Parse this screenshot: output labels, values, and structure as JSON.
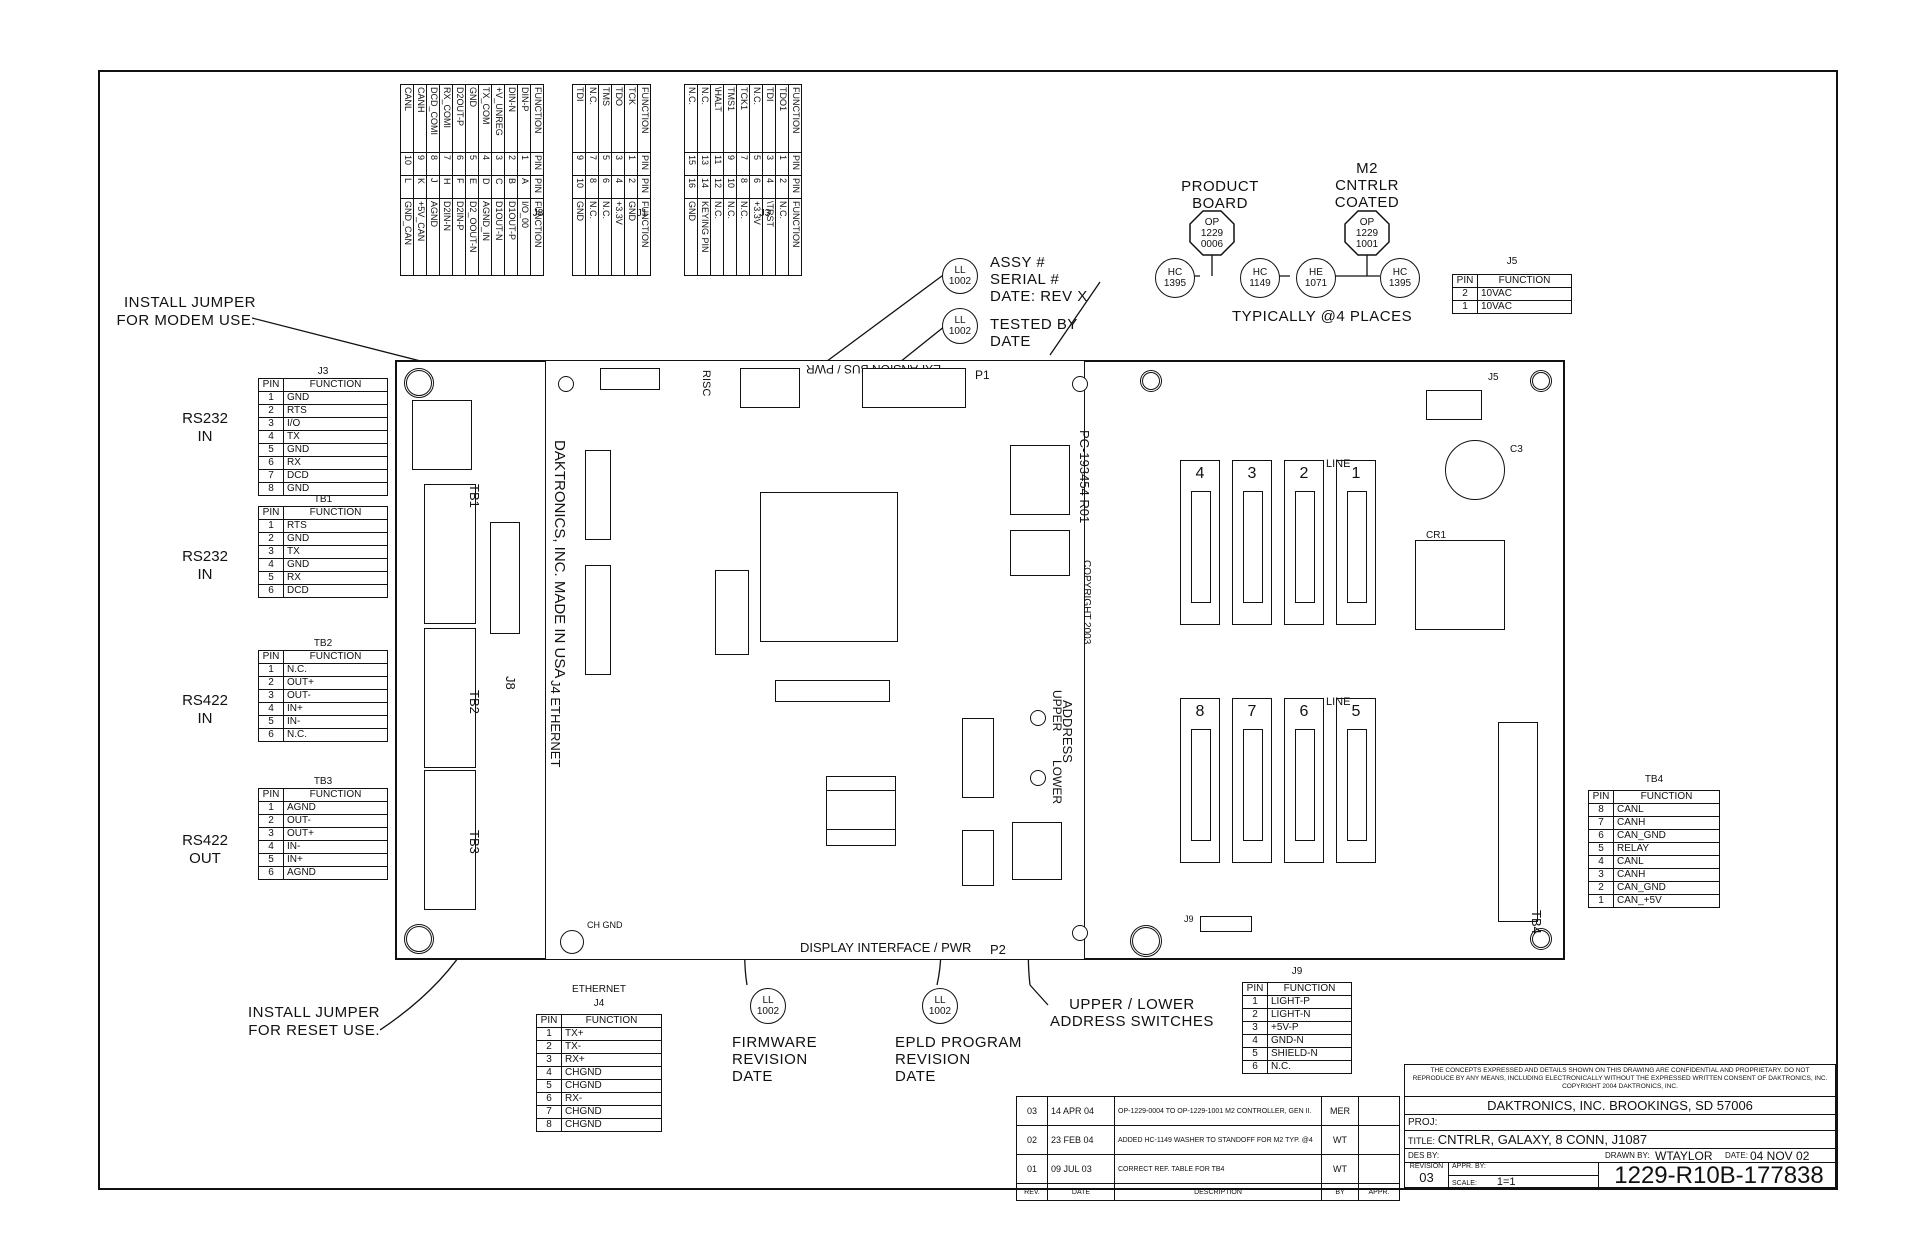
{
  "notes": {
    "modem_jumper": [
      "INSTALL JUMPER",
      "FOR MODEM USE."
    ],
    "reset_jumper": [
      "INSTALL JUMPER",
      "FOR RESET USE."
    ],
    "assy_serial": [
      "ASSY #",
      "SERIAL #",
      "DATE: REV X"
    ],
    "tested_by": [
      "TESTED BY",
      "DATE"
    ],
    "product_board": [
      "PRODUCT",
      "BOARD"
    ],
    "m2_cntrlr": [
      "M2",
      "CNTRLR",
      "COATED"
    ],
    "typically": "TYPICALLY @4 PLACES",
    "firmware": [
      "FIRMWARE",
      "REVISION",
      "DATE"
    ],
    "epld": [
      "EPLD PROGRAM",
      "REVISION",
      "DATE"
    ],
    "address_switches": [
      "UPPER / LOWER",
      "ADDRESS SWITCHES"
    ]
  },
  "side_labels": {
    "rs232_in_1": [
      "RS232",
      "IN"
    ],
    "rs232_in_2": [
      "RS232",
      "IN"
    ],
    "rs422_in": [
      "RS422",
      "IN"
    ],
    "rs422_out": [
      "RS422",
      "OUT"
    ]
  },
  "callouts": {
    "ll": "LL",
    "ll_num": "1002",
    "op1": [
      "OP",
      "1229",
      "0006"
    ],
    "op2": [
      "OP",
      "1229",
      "1001"
    ],
    "hc1395a": [
      "HC",
      "1395"
    ],
    "hc1149": [
      "HC",
      "1149"
    ],
    "he1071": [
      "HE",
      "1071"
    ],
    "hc1395b": [
      "HC",
      "1395"
    ]
  },
  "tables": {
    "j3": {
      "caption": "J3",
      "head": [
        "PIN",
        "FUNCTION"
      ],
      "rows": [
        [
          "1",
          "GND"
        ],
        [
          "2",
          "RTS"
        ],
        [
          "3",
          "I/O"
        ],
        [
          "4",
          "TX"
        ],
        [
          "5",
          "GND"
        ],
        [
          "6",
          "RX"
        ],
        [
          "7",
          "DCD"
        ],
        [
          "8",
          "GND"
        ]
      ]
    },
    "tb1": {
      "caption": "TB1",
      "head": [
        "PIN",
        "FUNCTION"
      ],
      "rows": [
        [
          "1",
          "RTS"
        ],
        [
          "2",
          "GND"
        ],
        [
          "3",
          "TX"
        ],
        [
          "4",
          "GND"
        ],
        [
          "5",
          "RX"
        ],
        [
          "6",
          "DCD"
        ]
      ]
    },
    "tb2": {
      "caption": "TB2",
      "head": [
        "PIN",
        "FUNCTION"
      ],
      "rows": [
        [
          "1",
          "N.C."
        ],
        [
          "2",
          "OUT+"
        ],
        [
          "3",
          "OUT-"
        ],
        [
          "4",
          "IN+"
        ],
        [
          "5",
          "IN-"
        ],
        [
          "6",
          "N.C."
        ]
      ]
    },
    "tb3": {
      "caption": "TB3",
      "head": [
        "PIN",
        "FUNCTION"
      ],
      "rows": [
        [
          "1",
          "AGND"
        ],
        [
          "2",
          "OUT-"
        ],
        [
          "3",
          "OUT+"
        ],
        [
          "4",
          "IN-"
        ],
        [
          "5",
          "IN+"
        ],
        [
          "6",
          "AGND"
        ]
      ]
    },
    "j5": {
      "caption": "J5",
      "head": [
        "PIN",
        "FUNCTION"
      ],
      "rows": [
        [
          "2",
          "10VAC"
        ],
        [
          "1",
          "10VAC"
        ]
      ]
    },
    "tb4": {
      "caption": "TB4",
      "head": [
        "PIN",
        "FUNCTION"
      ],
      "rows": [
        [
          "8",
          "CANL"
        ],
        [
          "7",
          "CANH"
        ],
        [
          "6",
          "CAN_GND"
        ],
        [
          "5",
          "RELAY"
        ],
        [
          "4",
          "CANL"
        ],
        [
          "3",
          "CANH"
        ],
        [
          "2",
          "CAN_GND"
        ],
        [
          "1",
          "CAN_+5V"
        ]
      ]
    },
    "j9": {
      "caption": "J9",
      "head": [
        "PIN",
        "FUNCTION"
      ],
      "rows": [
        [
          "1",
          "LIGHT-P"
        ],
        [
          "2",
          "LIGHT-N"
        ],
        [
          "3",
          "+5V-P"
        ],
        [
          "4",
          "GND-N"
        ],
        [
          "5",
          "SHIELD-N"
        ],
        [
          "6",
          "N.C."
        ]
      ]
    },
    "j4": {
      "caption_top": "ETHERNET",
      "caption": "J4",
      "head": [
        "PIN",
        "FUNCTION"
      ],
      "rows": [
        [
          "1",
          "TX+"
        ],
        [
          "2",
          "TX-"
        ],
        [
          "3",
          "RX+"
        ],
        [
          "4",
          "CHGND"
        ],
        [
          "5",
          "CHGND"
        ],
        [
          "6",
          "RX-"
        ],
        [
          "7",
          "CHGND"
        ],
        [
          "8",
          "CHGND"
        ]
      ]
    }
  },
  "top_tables": {
    "j8": {
      "caption": "J8",
      "head": [
        "FUNCTION",
        "PIN",
        "PIN",
        "FUNCTION"
      ],
      "rows": [
        [
          "DIN-P",
          "1",
          "A",
          "I/O_00"
        ],
        [
          "DIN-N",
          "2",
          "B",
          "D1OUT-P"
        ],
        [
          "+V_UNREG",
          "3",
          "C",
          "D1OUT-N"
        ],
        [
          "TX_COM",
          "4",
          "D",
          "AGND_IN"
        ],
        [
          "GND",
          "5",
          "E",
          "D2_OOUT-N"
        ],
        [
          "D2OUT-P",
          "6",
          "F",
          "D2IN-P"
        ],
        [
          "RX_COMI",
          "7",
          "H",
          "D2IN-N"
        ],
        [
          "DCD_COMI",
          "8",
          "J",
          "AGND"
        ],
        [
          "CANH",
          "9",
          "K",
          "+5V_CAN"
        ],
        [
          "CANL",
          "10",
          "L",
          "GND_CAN"
        ]
      ]
    },
    "j1": {
      "caption": "J1",
      "head": [
        "FUNCTION",
        "PIN",
        "PIN",
        "FUNCTION"
      ],
      "rows": [
        [
          "TCK",
          "1",
          "2",
          "GND"
        ],
        [
          "TDO",
          "3",
          "4",
          "+3.3V"
        ],
        [
          "TMS",
          "5",
          "6",
          "N.C."
        ],
        [
          "N.C.",
          "7",
          "8",
          "N.C."
        ],
        [
          "TDI",
          "9",
          "10",
          "GND"
        ]
      ]
    },
    "j3top": {
      "caption": "J3",
      "head": [
        "FUNCTION",
        "PIN",
        "PIN",
        "FUNCTION"
      ],
      "rows": [
        [
          "TDO1",
          "1",
          "2",
          "N.C."
        ],
        [
          "TDI",
          "3",
          "4",
          "\\TRST"
        ],
        [
          "N.C.",
          "5",
          "6",
          "+3.3V"
        ],
        [
          "TCK1",
          "7",
          "8",
          "N.C."
        ],
        [
          "TMS1",
          "9",
          "10",
          "N.C."
        ],
        [
          "\\HALT",
          "11",
          "12",
          "N.C."
        ],
        [
          "N.C.",
          "13",
          "14",
          "KEYING PIN"
        ],
        [
          "N.C.",
          "15",
          "16",
          "GND"
        ]
      ]
    }
  },
  "board": {
    "silk_company": "DAKTRONICS, INC. MADE IN USA",
    "silk_part": "PC-193454 R01",
    "silk_copyright": "COPYRIGHT 2003",
    "display_interface": "DISPLAY INTERFACE / PWR",
    "expansion_bus": "EXPANSION BUS / PWR",
    "p1": "P1",
    "p2": "P2",
    "ethernet_j4": "J4 ETHERNET",
    "address_upper": "UPPER",
    "address_lower": "LOWER",
    "address": "ADDRESS",
    "line1": "LINE",
    "line2": "LINE",
    "slot_numbers": [
      "4",
      "3",
      "2",
      "1",
      "8",
      "7",
      "6",
      "5"
    ],
    "tb1": "TB1",
    "tb2": "TB2",
    "tb3": "TB3",
    "tb4": "TB4",
    "j8": "J8",
    "j5": "J5",
    "j9": "J9",
    "cr1": "CR1",
    "c3": "C3",
    "risc": "RISC",
    "chassis": "CH GND"
  },
  "revisions": [
    {
      "rev": "03",
      "date": "14 APR 04",
      "desc": "OP-1229-0004 TO OP-1229-1001 M2 CONTROLLER, GEN II.",
      "by": "MER"
    },
    {
      "rev": "02",
      "date": "23 FEB 04",
      "desc": "ADDED HC-1149 WASHER TO STANDOFF FOR M2 TYP. @4",
      "by": "WT"
    },
    {
      "rev": "01",
      "date": "09 JUL 03",
      "desc": "CORRECT REF. TABLE FOR TB4",
      "by": "WT"
    }
  ],
  "rev_head": {
    "rev": "REV.",
    "date": "DATE",
    "desc": "DESCRIPTION",
    "by": "BY",
    "appr": "APPR."
  },
  "titleblock": {
    "confidential": "THE CONCEPTS EXPRESSED AND DETAILS SHOWN ON THIS DRAWING ARE CONFIDENTIAL AND PROPRIETARY. DO NOT REPRODUCE BY ANY MEANS, INCLUDING ELECTRONICALLY WITHOUT THE EXPRESSED WRITTEN CONSENT OF DAKTRONICS, INC.          COPYRIGHT 2004 DAKTRONICS, INC.",
    "company": "DAKTRONICS, INC.  BROOKINGS, SD 57006",
    "proj": "PROJ:",
    "title_lbl": "TITLE:",
    "title": "CNTRLR, GALAXY, 8 CONN, J1087",
    "des_by": "DES BY:",
    "drawn_by_lbl": "DRAWN BY:",
    "drawn_by": "WTAYLOR",
    "date_lbl": "DATE:",
    "date": "04 NOV 02",
    "revision_lbl": "REVISION",
    "revision": "03",
    "appr_by": "APPR. BY:",
    "scale_lbl": "SCALE:",
    "scale": "1=1",
    "drawing_no": "1229-R10B-177838"
  }
}
